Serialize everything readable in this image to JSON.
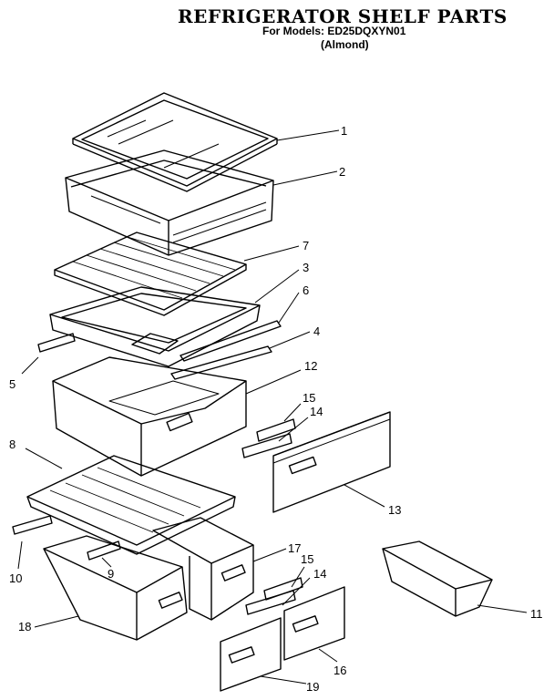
{
  "header": {
    "title": "REFRIGERATOR SHELF PARTS",
    "models": "For Models: ED25DQXYN01",
    "color": "(Almond)"
  },
  "callouts": [
    "1",
    "2",
    "7",
    "3",
    "6",
    "4",
    "5",
    "12",
    "15",
    "14",
    "8",
    "13",
    "17",
    "15",
    "14",
    "10",
    "9",
    "11",
    "18",
    "16",
    "19"
  ],
  "colors": {
    "ink": "#000000",
    "paper": "#ffffff"
  }
}
